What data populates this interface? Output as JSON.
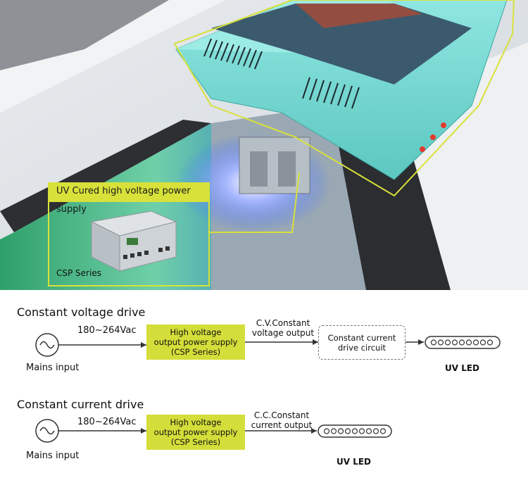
{
  "photo": {
    "inset_title": "UV Cured high voltage power supply",
    "inset_series": "CSP Series"
  },
  "cv": {
    "title": "Constant voltage drive",
    "input_voltage": "180~264Vac",
    "psu_box": "High voltage\noutput power supply\n(CSP Series)",
    "output_label": "C.V.Constant\nvoltage output",
    "driver_box": "Constant current\ndrive circuit",
    "mains_label": "Mains input",
    "led_label": "UV LED"
  },
  "cc": {
    "title": "Constant current drive",
    "input_voltage": "180~264Vac",
    "psu_box": "High voltage\noutput power supply\n(CSP Series)",
    "output_label": "C.C.Constant\ncurrent output",
    "mains_label": "Mains input",
    "led_label": "UV LED"
  },
  "colors": {
    "accent_yellow": "#d4de3a",
    "teal_housing": "#79dcd6",
    "uv_blue": "#3a6cff"
  }
}
